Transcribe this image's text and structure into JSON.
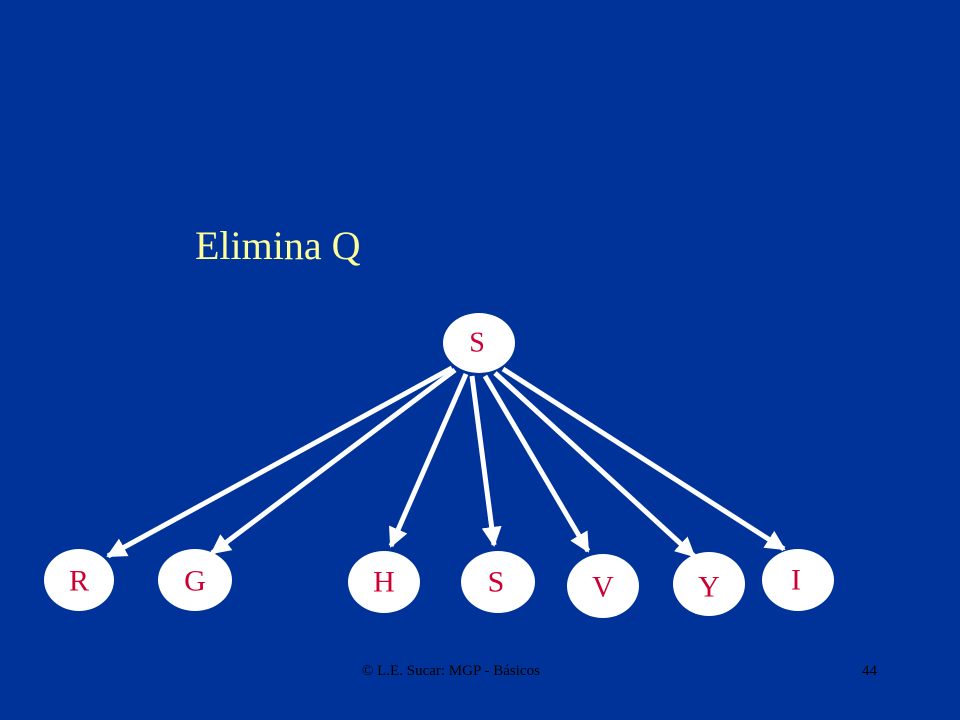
{
  "slide": {
    "title": "Elimina Q",
    "footer_credit": "© L.E. Sucar: MGP - Básicos",
    "page_number": "44"
  },
  "colors": {
    "background": "#003399",
    "title": "#ffff99",
    "node_fill": "#ffffff",
    "node_label": "#cc0033",
    "edge": "#ffffff"
  },
  "graph": {
    "root": "S",
    "children": [
      "R",
      "G",
      "H",
      "S",
      "V",
      "Y",
      "I"
    ]
  }
}
